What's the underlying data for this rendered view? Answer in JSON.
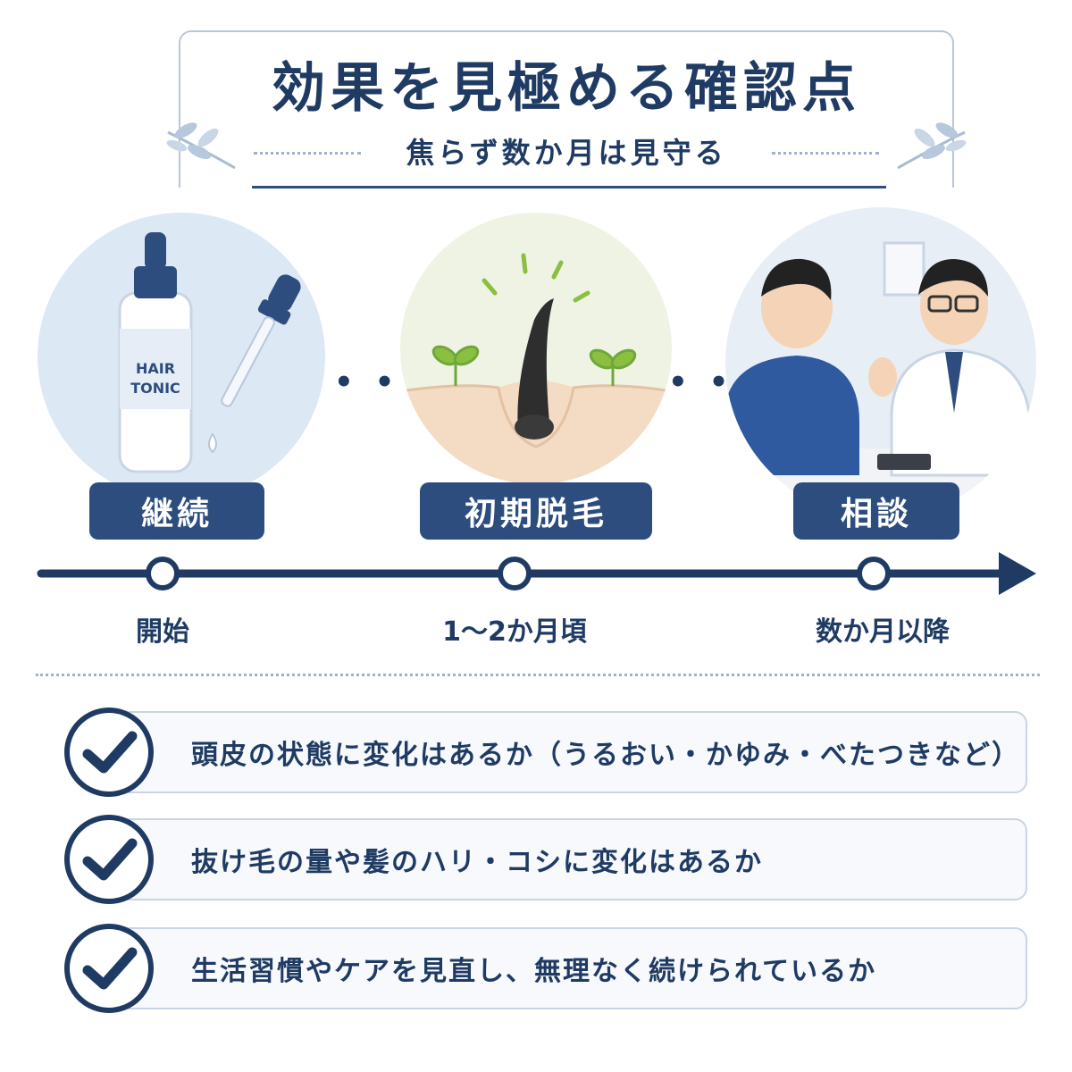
{
  "header": {
    "title": "効果を見極める確認点",
    "subtitle": "焦らず数か月は見守る"
  },
  "stages": [
    {
      "label": "継続",
      "bottle_text_1": "HAIR",
      "bottle_text_2": "TONIC"
    },
    {
      "label": "初期脱毛"
    },
    {
      "label": "相談"
    }
  ],
  "timeline": {
    "points": [
      "開始",
      "1〜2か月頃",
      "数か月以降"
    ]
  },
  "checklist": [
    {
      "text": "頭皮の状態に変化はあるか（うるおい・かゆみ・べたつきなど）"
    },
    {
      "text": "抜け毛の量や髪のハリ・コシに変化はあるか"
    },
    {
      "text": "生活習慣やケアを見直し、無理なく続けられているか"
    }
  ],
  "colors": {
    "navy": "#1f3b63",
    "accent": "#2c4d7d",
    "circle_blue": "#dde8f5",
    "circle_green": "#eef3e4"
  }
}
